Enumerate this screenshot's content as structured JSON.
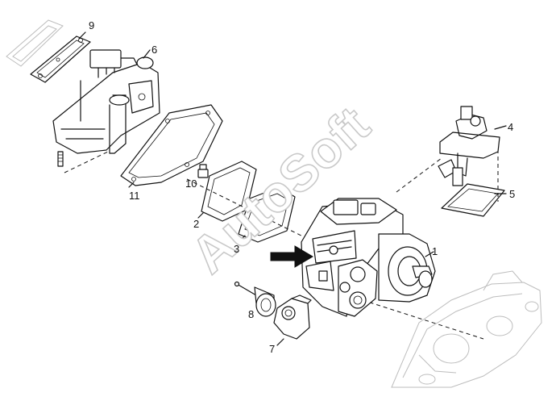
{
  "watermark": "AutoSoft",
  "callouts": {
    "c1": "1",
    "c2": "2",
    "c3": "3",
    "c4": "4",
    "c5": "5",
    "c6": "6",
    "c7": "7",
    "c8": "8",
    "c9": "9",
    "c10": "10",
    "c11": "11"
  },
  "colors": {
    "line": "#111111",
    "ghost": "#bdbdbd",
    "watermark_stroke": "#c9c9c9"
  },
  "icons": {
    "pointer": "arrow-right-icon"
  }
}
